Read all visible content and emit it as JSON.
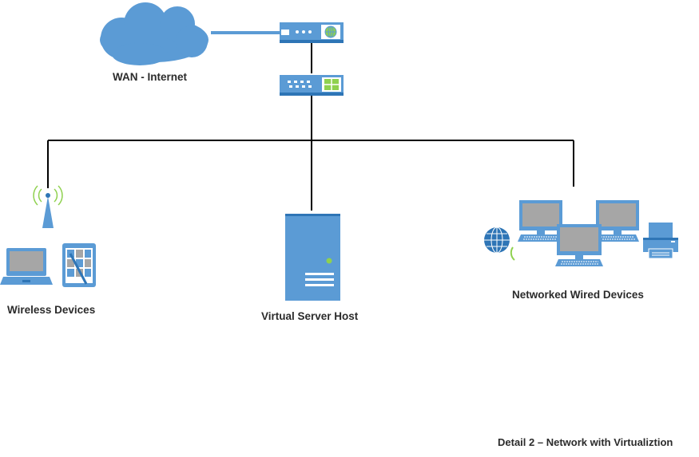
{
  "labels": {
    "wan": "WAN - Internet",
    "wireless": "Wireless Devices",
    "server": "Virtual Server Host",
    "wired": "Networked Wired Devices",
    "caption": "Detail 2 – Network with Virtualiztion"
  },
  "colors": {
    "device_blue": "#5b9bd5",
    "device_dark": "#2e75b6",
    "screen_gray": "#a6a6a6",
    "line": "#000000",
    "signal_green": "#8fd14f"
  },
  "icons": [
    "cloud-icon",
    "modem-icon",
    "router-icon",
    "antenna-icon",
    "laptop-icon",
    "tablet-icon",
    "server-icon",
    "globe-icon",
    "desktop-icon",
    "printer-icon"
  ]
}
